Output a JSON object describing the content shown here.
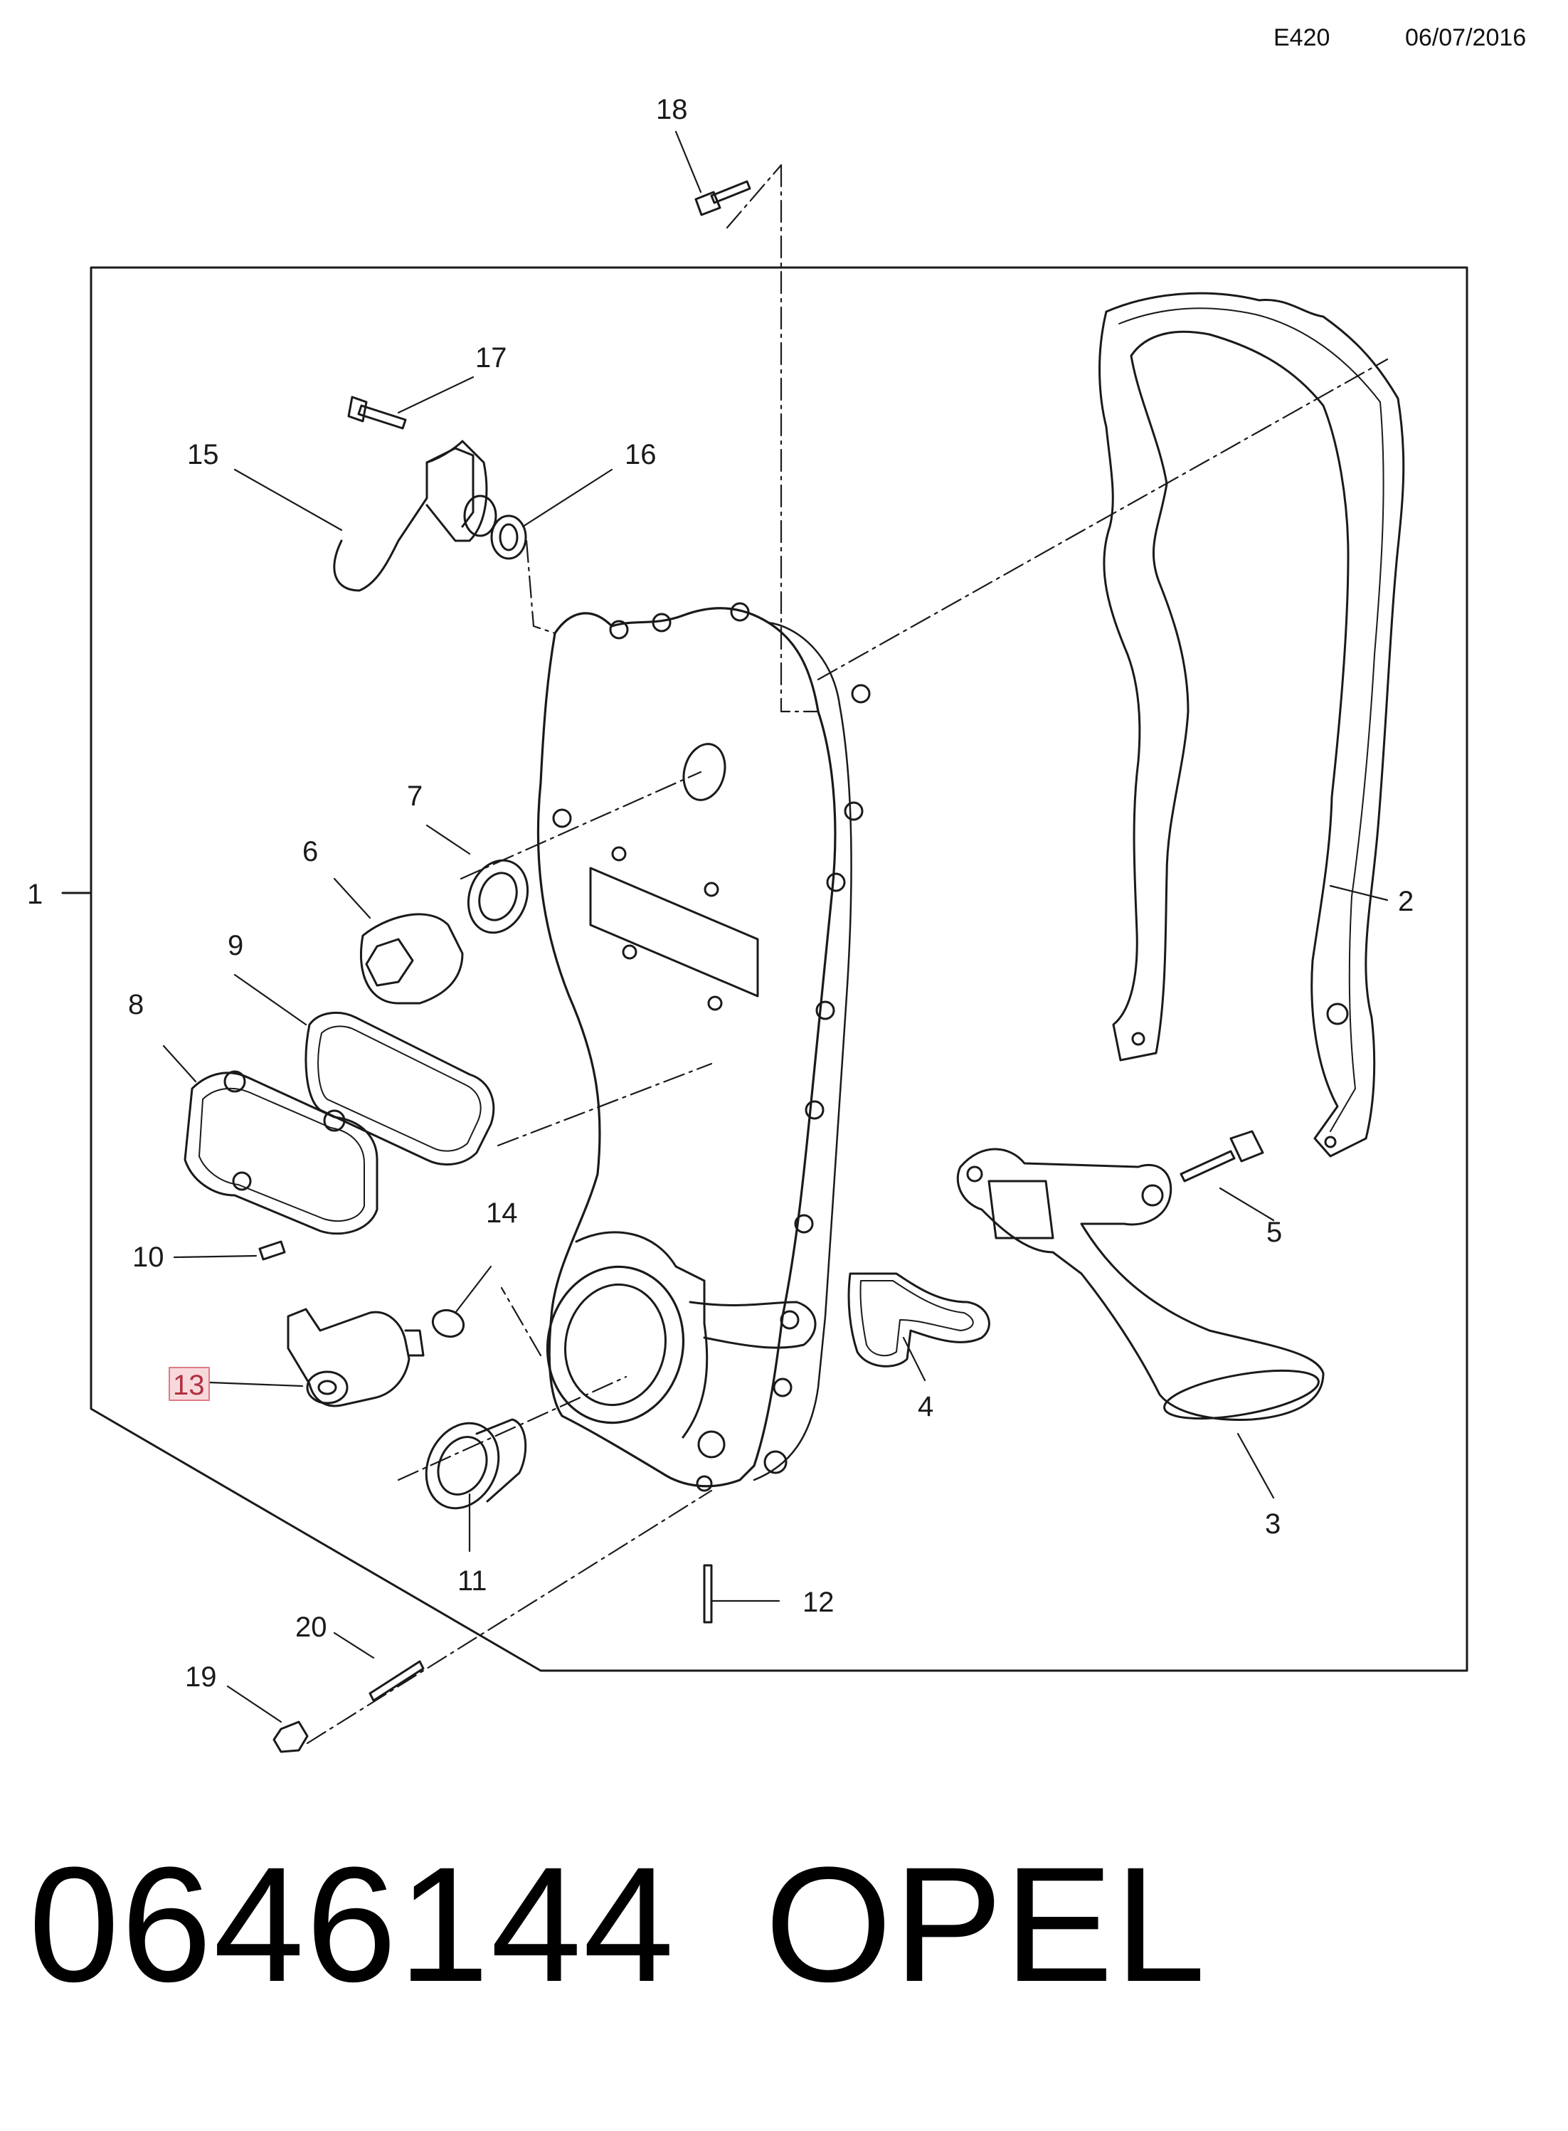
{
  "header": {
    "code": "E420",
    "date": "06/07/2016"
  },
  "footer": {
    "part_number": "0646144",
    "brand": "OPEL"
  },
  "callouts": [
    "1",
    "2",
    "3",
    "4",
    "5",
    "6",
    "7",
    "8",
    "9",
    "10",
    "11",
    "12",
    "13",
    "14",
    "15",
    "16",
    "17",
    "18",
    "19",
    "20"
  ],
  "highlighted_callout": "13",
  "colors": {
    "line": "#1a1a1a",
    "highlight_fill": "#f7d9dc",
    "highlight_stroke": "#e07a86",
    "highlight_text": "#b03040"
  }
}
